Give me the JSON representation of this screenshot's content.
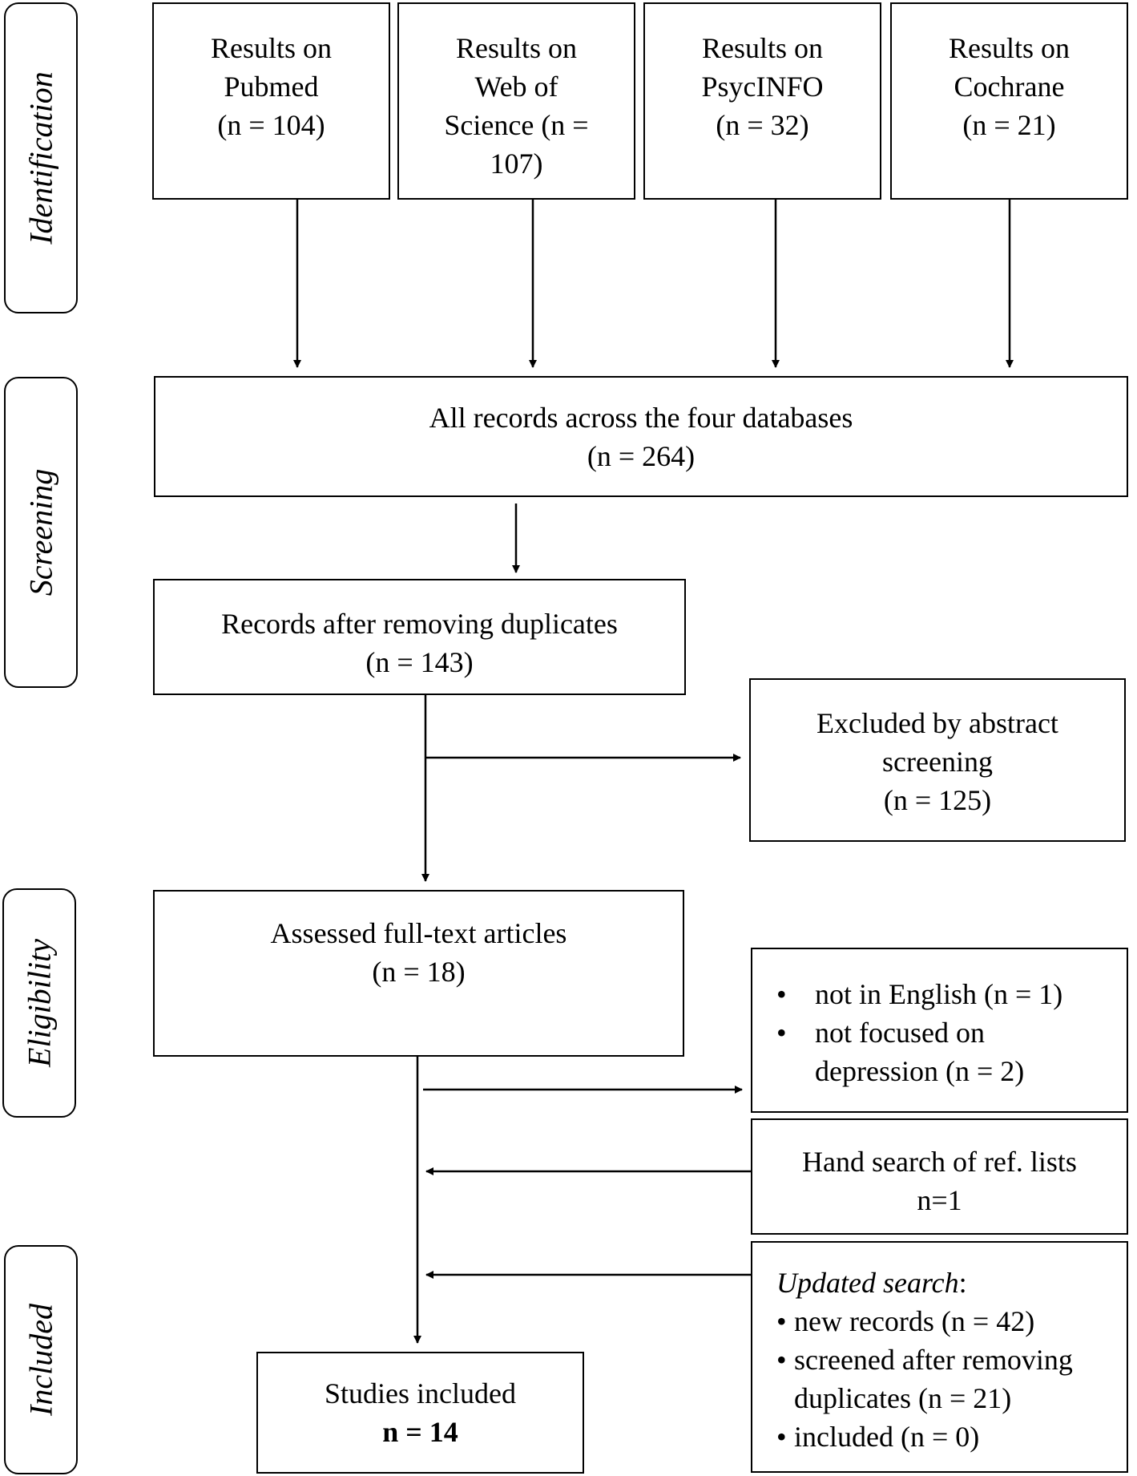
{
  "stages": {
    "identification": "Identification",
    "screening": "Screening",
    "eligibility": "Eligibility",
    "included": "Included"
  },
  "sources": {
    "pubmed": [
      "Results on",
      "Pubmed",
      "(n = 104)"
    ],
    "wos": [
      "Results on",
      "Web of",
      "Science (n =",
      "107)"
    ],
    "psycinfo": [
      "Results on",
      "PsycINFO",
      "(n = 32)"
    ],
    "cochrane": [
      "Results on",
      "Cochrane",
      "(n = 21)"
    ]
  },
  "all_records": [
    "All records across the four databases",
    "(n = 264)"
  ],
  "after_duplicates": [
    "Records after removing duplicates",
    "(n = 143)"
  ],
  "excluded_abstract": [
    "Excluded by abstract",
    "screening",
    "(n = 125)"
  ],
  "full_text": [
    "Assessed full-text articles",
    "(n = 18)"
  ],
  "excluded_fulltext": [
    "not in English (n = 1)",
    "not focused on",
    "depression (n = 2)"
  ],
  "hand_search": [
    "Hand search of ref. lists",
    "n=1"
  ],
  "updated_search": {
    "title": "Updated search",
    "colon": ":",
    "items": [
      "new records (n = 42)",
      "screened after removing",
      "duplicates (n = 21)",
      "included (n = 0)"
    ]
  },
  "studies_included": {
    "label": "Studies included",
    "count": "n = 14"
  }
}
